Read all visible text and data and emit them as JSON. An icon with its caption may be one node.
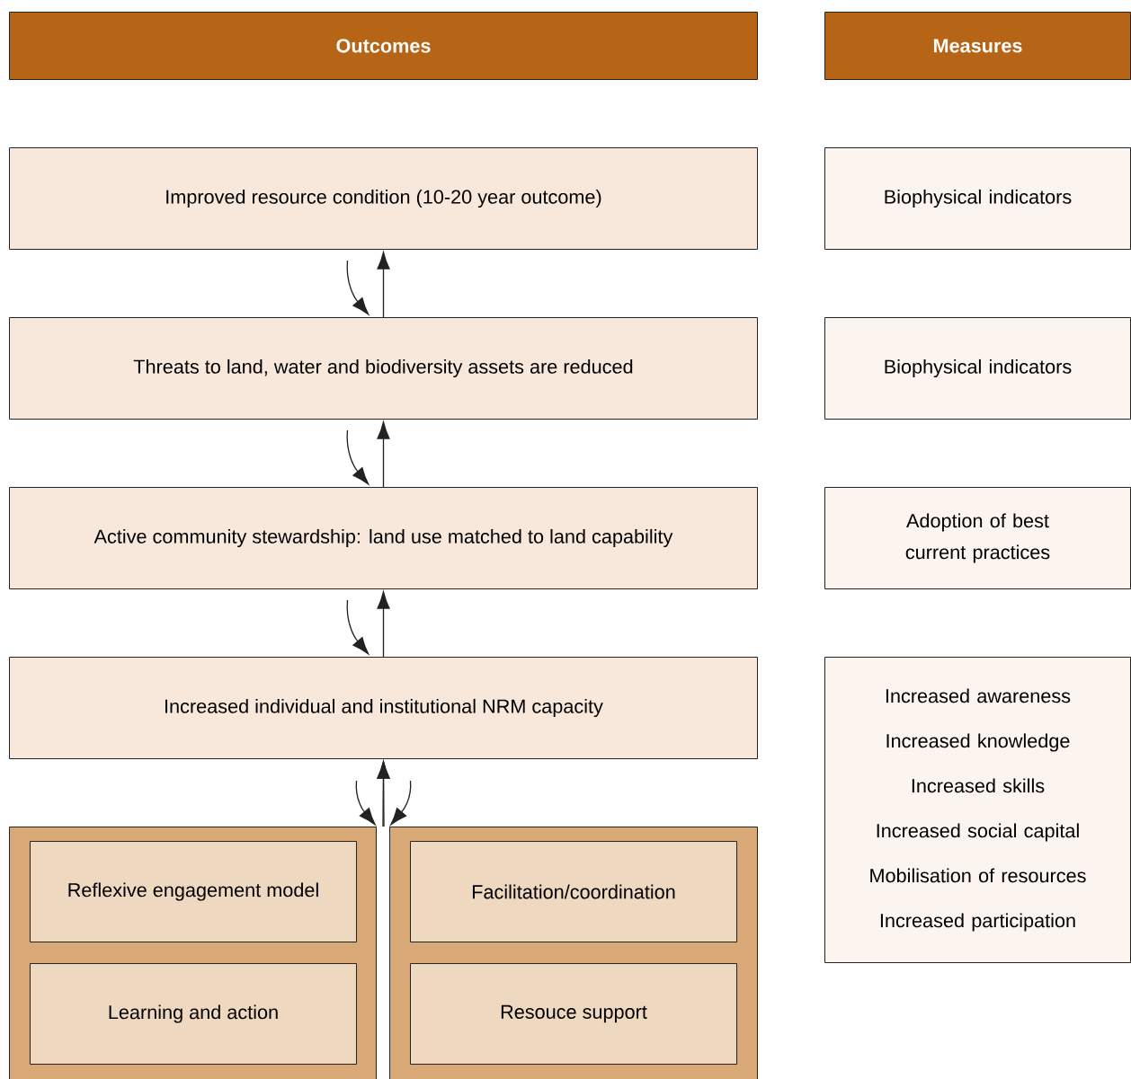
{
  "diagram": {
    "nodes": [
      {
        "text": [
          "Outcomes"
        ]
      },
      {
        "text": [
          "Measures"
        ]
      },
      {
        "text": [
          "Improved resource condition (10-20 year outcome)"
        ]
      },
      {
        "text": [
          "Biophysical indicators"
        ]
      },
      {
        "text": [
          "Threats to land, water and biodiversity assets are reduced"
        ]
      },
      {
        "text": [
          "Biophysical indicators"
        ]
      },
      {
        "text": [
          "Active community stewardship: land use matched to land capability"
        ]
      },
      {
        "text": [
          "Adoption of best current practices"
        ]
      },
      {
        "text": [
          "Increased individual and institutional NRM capacity"
        ]
      },
      {
        "text": [
          "Increased awareness",
          "Increased knowledge",
          "Increased skills",
          "Increased social capital",
          "Mobilisation of resources",
          "Increased participation"
        ]
      },
      {
        "text": [],
        "shape": "box"
      },
      {
        "text": [
          "Reflexive engagement model"
        ],
        "in": 10
      },
      {
        "text": [
          "Learning and action"
        ],
        "in": 10
      },
      {
        "text": [],
        "shape": "box"
      },
      {
        "text": [
          "Facilitation/coordination"
        ],
        "in": 13
      },
      {
        "text": [
          "Resouce support"
        ],
        "in": 13
      }
    ],
    "edges": [
      {
        "from": 4,
        "to": 2,
        "arrow": "to"
      },
      {
        "from": 2,
        "to": 4,
        "arrow": "to"
      },
      {
        "from": 6,
        "to": 4,
        "arrow": "to"
      },
      {
        "from": 4,
        "to": 6,
        "arrow": "to"
      },
      {
        "from": 8,
        "to": 6,
        "arrow": "to"
      },
      {
        "from": 6,
        "to": 8,
        "arrow": "to"
      },
      {
        "from": 10,
        "to": 8,
        "arrow": "to"
      },
      {
        "from": 13,
        "to": 8,
        "arrow": "to"
      },
      {
        "from": 8,
        "to": 10,
        "arrow": "to"
      },
      {
        "from": 8,
        "to": 13,
        "arrow": "to"
      }
    ]
  }
}
